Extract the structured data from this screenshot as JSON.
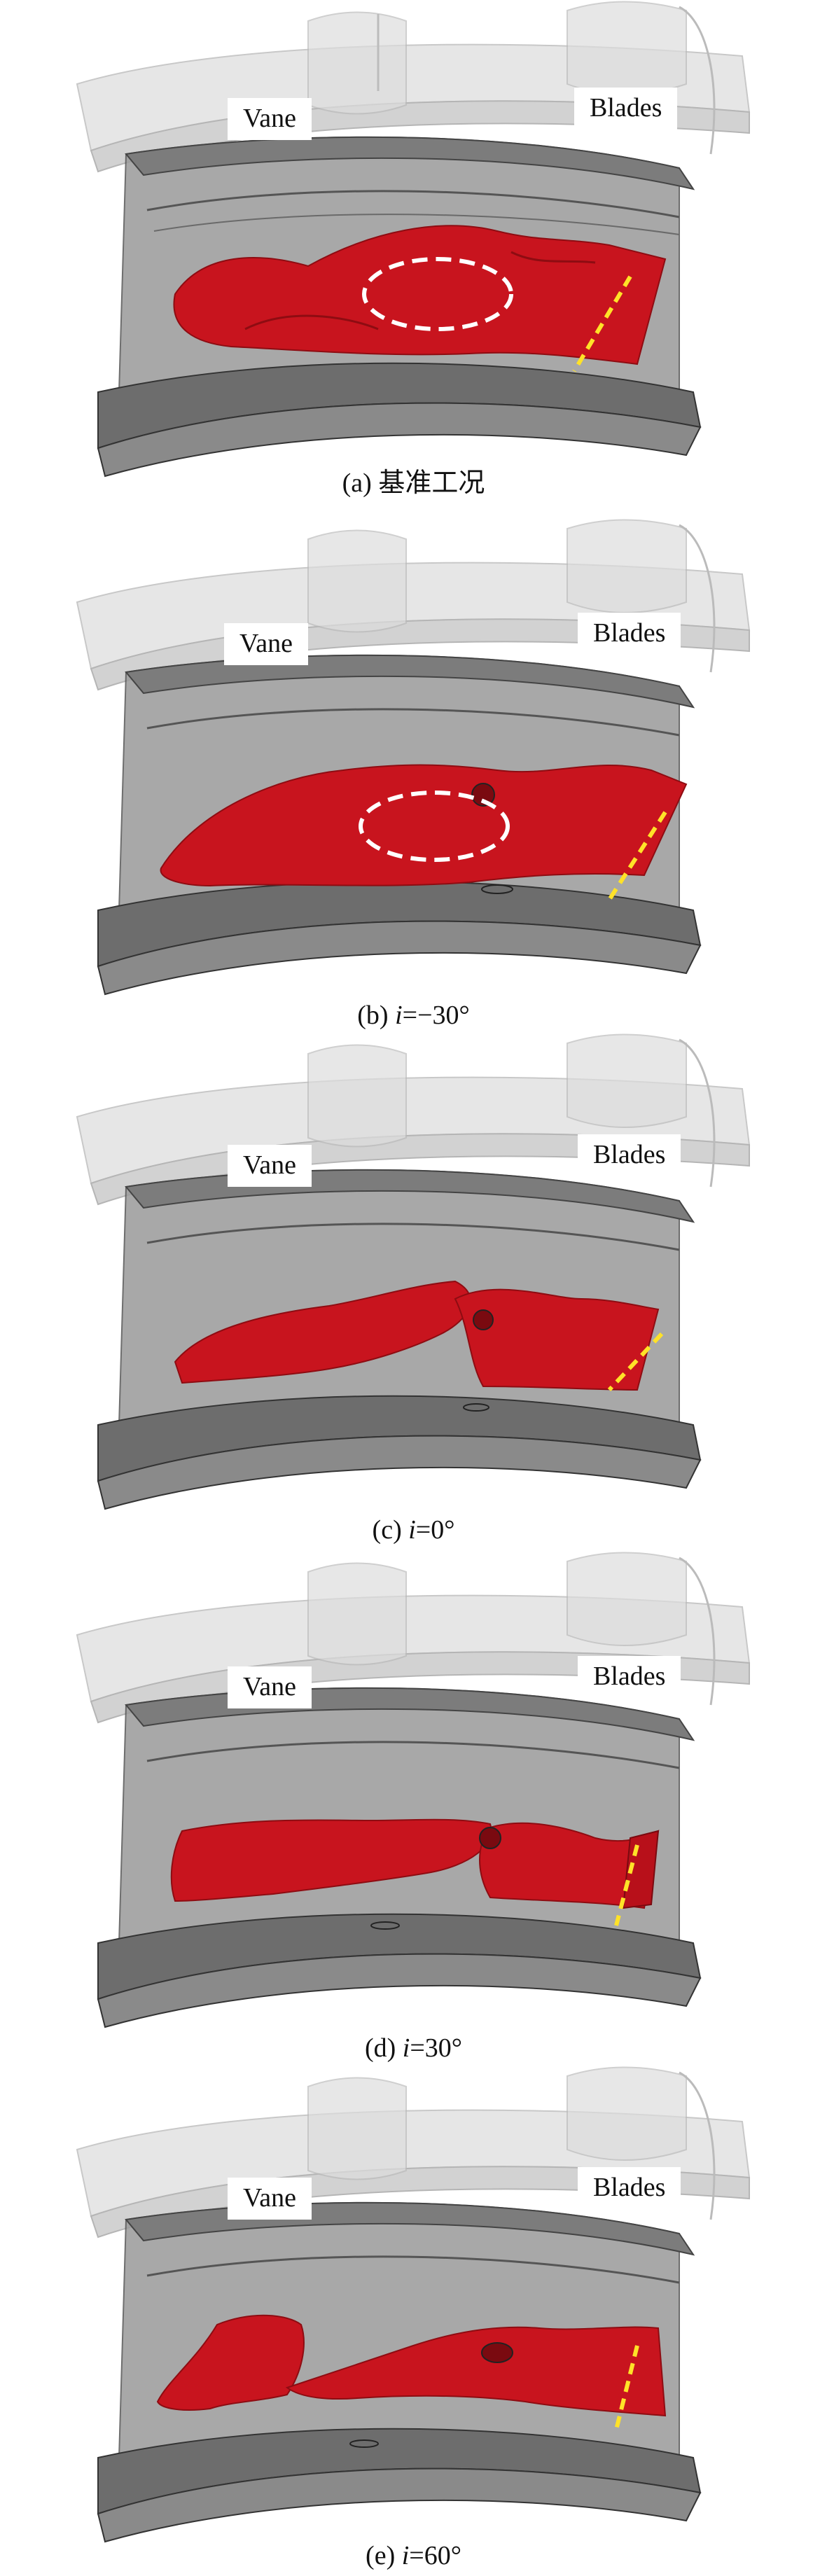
{
  "labels": {
    "vane": "Vane",
    "blades": "Blades"
  },
  "colors": {
    "vortex": "#c8141e",
    "vortex_shade": "#8e0c12",
    "marker_white": "#ffffff",
    "marker_yellow": "#ffe228",
    "casing": "#8e8e8e",
    "casing_light": "#d9d9d9"
  },
  "panels": [
    {
      "id": "a",
      "caption_prefix": "(a) ",
      "caption_italic": "",
      "caption_text": "基准工况",
      "white_ellipse": true
    },
    {
      "id": "b",
      "caption_prefix": "(b) ",
      "caption_italic": "i",
      "caption_text": "=−30°",
      "white_ellipse": true
    },
    {
      "id": "c",
      "caption_prefix": "(c) ",
      "caption_italic": "i",
      "caption_text": "=0°",
      "white_ellipse": false
    },
    {
      "id": "d",
      "caption_prefix": "(d) ",
      "caption_italic": "i",
      "caption_text": "=30°",
      "white_ellipse": false
    },
    {
      "id": "e",
      "caption_prefix": "(e) ",
      "caption_italic": "i",
      "caption_text": "=60°",
      "white_ellipse": false
    }
  ]
}
